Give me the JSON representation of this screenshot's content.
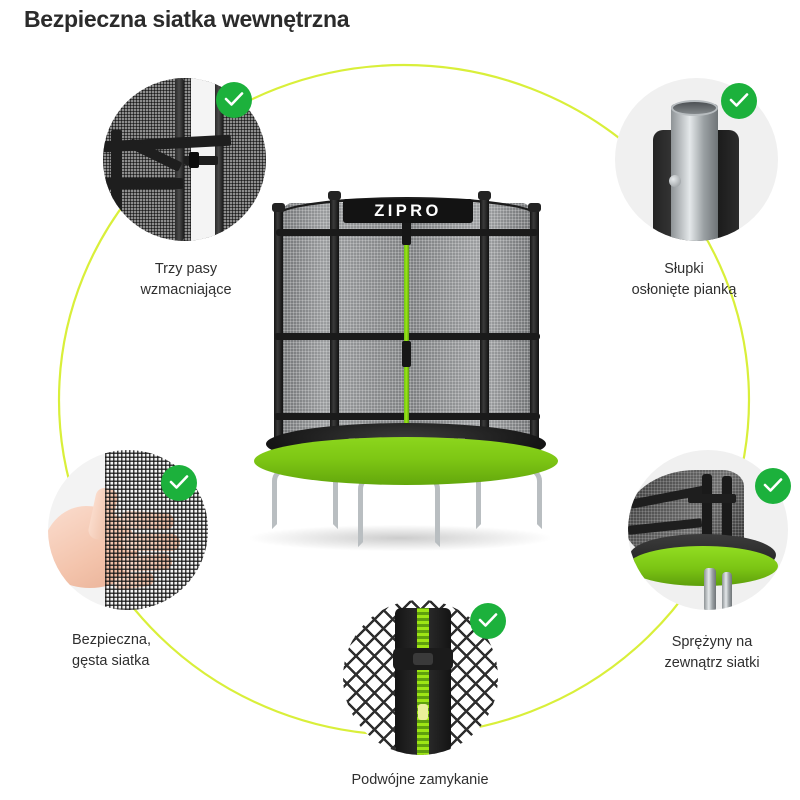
{
  "header": {
    "title": "Bezpieczna siatka wewnętrzna"
  },
  "brand": {
    "name": "ZIPRO"
  },
  "colors": {
    "accent_green": "#8cd61d",
    "badge_green": "#1cb13c",
    "arc_line": "#d9ef3a",
    "title_text": "#2b2b2b",
    "caption_text": "#2f2f2f",
    "photo_bg": "#f0f0f0"
  },
  "callouts": [
    {
      "id": "reinforcement-straps",
      "caption": "Trzy pasy\nwzmacniające",
      "badge_icon": "check-icon",
      "align": "center"
    },
    {
      "id": "foam-covered-poles",
      "caption": "Słupki\nosłonięte pianką",
      "badge_icon": "check-icon",
      "align": "center"
    },
    {
      "id": "dense-safety-net",
      "caption": "Bezpieczna,\ngęsta siatka",
      "badge_icon": "check-icon",
      "align": "left"
    },
    {
      "id": "springs-outside-net",
      "caption": "Sprężyny na\nzewnątrz siatki",
      "badge_icon": "check-icon",
      "align": "center"
    },
    {
      "id": "double-closure",
      "caption": "Podwójne zamykanie",
      "badge_icon": "check-icon",
      "align": "center"
    }
  ]
}
